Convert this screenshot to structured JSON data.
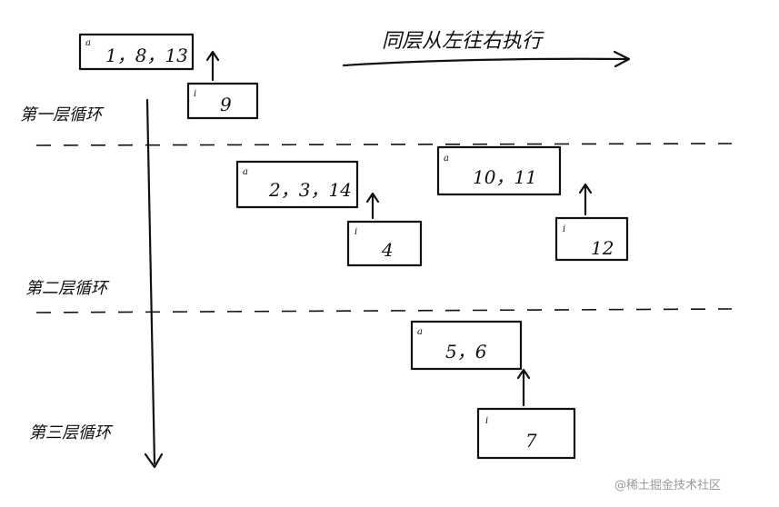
{
  "direction_label": "同层从左往右执行",
  "layers": [
    {
      "label": "第一层循环"
    },
    {
      "label": "第二层循环"
    },
    {
      "label": "第三层循环"
    }
  ],
  "boxes": [
    {
      "id": "a1",
      "label": "a",
      "value": "1，8，13"
    },
    {
      "id": "i1",
      "label": "i",
      "value": "9"
    },
    {
      "id": "a2",
      "label": "a",
      "value": "2，3，14"
    },
    {
      "id": "i2",
      "label": "i",
      "value": "4"
    },
    {
      "id": "a3",
      "label": "a",
      "value": "10，11"
    },
    {
      "id": "i3",
      "label": "i",
      "value": "12"
    },
    {
      "id": "a4",
      "label": "a",
      "value": "5，6"
    },
    {
      "id": "i4",
      "label": "i",
      "value": "7"
    }
  ],
  "watermark": "@稀土掘金技术社区"
}
